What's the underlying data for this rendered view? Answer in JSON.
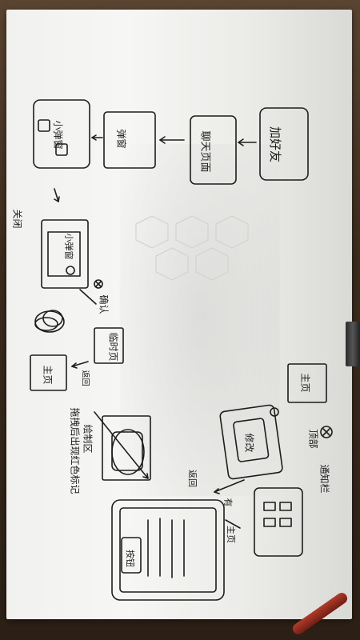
{
  "labels": {
    "add_friend": "加好友",
    "chat_interface": "聊天页面",
    "alert_small": "小弹窗",
    "popup": "弹窗",
    "small_popup": "小弹窗",
    "confirm": "确认",
    "dismiss": "关闭",
    "temp_page": "临时页",
    "main_page": "主页",
    "home_tag": "主页",
    "back": "返回",
    "return": "返回",
    "note_left": "拖拽后出现红色标记",
    "note_draw": "绘制区",
    "note_fix": "修改",
    "note_notify": "通知栏",
    "note_top": "顶部",
    "note_have": "有",
    "button_tag": "按钮"
  }
}
